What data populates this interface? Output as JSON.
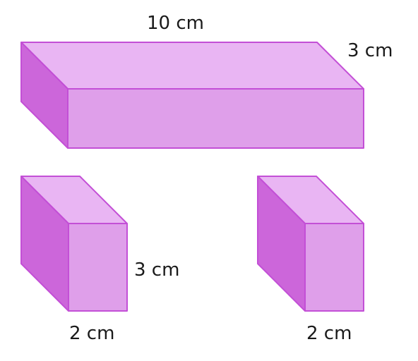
{
  "colors": {
    "top_face": "#e9b5f3",
    "front_face": "#df9fea",
    "side_face": "#cc66da",
    "edge": "#c34fd6"
  },
  "labels": {
    "large_length": "10 cm",
    "large_depth": "3 cm",
    "small_left_height": "3 cm",
    "small_left_width": "2 cm",
    "small_right_width": "2 cm"
  }
}
